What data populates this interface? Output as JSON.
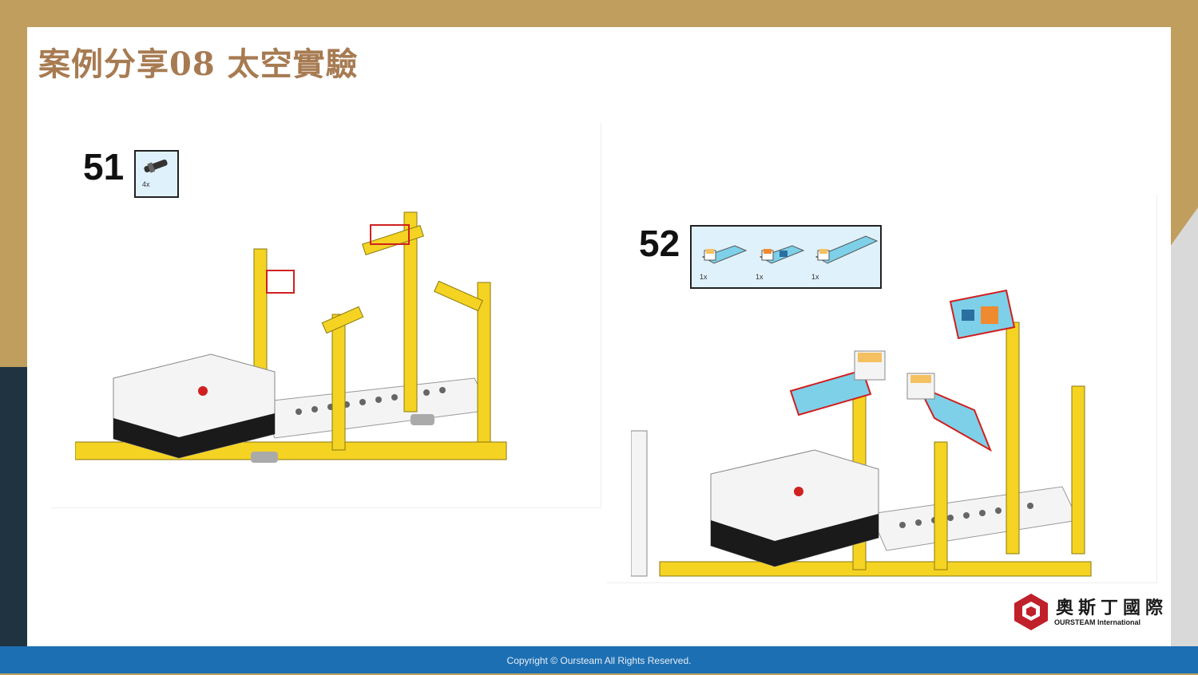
{
  "slide": {
    "title": "案例分享08 太空實驗"
  },
  "steps": [
    {
      "number": "51",
      "parts": [
        {
          "name": "connector-peg",
          "qty": "4x"
        }
      ]
    },
    {
      "number": "52",
      "parts": [
        {
          "name": "sensor-module-a",
          "qty": "1x"
        },
        {
          "name": "sensor-module-b",
          "qty": "1x"
        },
        {
          "name": "sensor-module-c",
          "qty": "1x"
        }
      ]
    }
  ],
  "logo": {
    "name_cn": "奧斯丁國際",
    "name_en": "OURSTEAM International"
  },
  "footer": {
    "copyright": "Copyright © Oursteam All Rights Reserved."
  },
  "colors": {
    "gold_band": "#c09f5e",
    "dark_band": "#1f3340",
    "footer_blue": "#1c6fb3",
    "title_brown": "#a77b52",
    "lego_yellow": "#f5d322",
    "hub_white": "#f4f4f4",
    "logo_red": "#c0202a"
  }
}
